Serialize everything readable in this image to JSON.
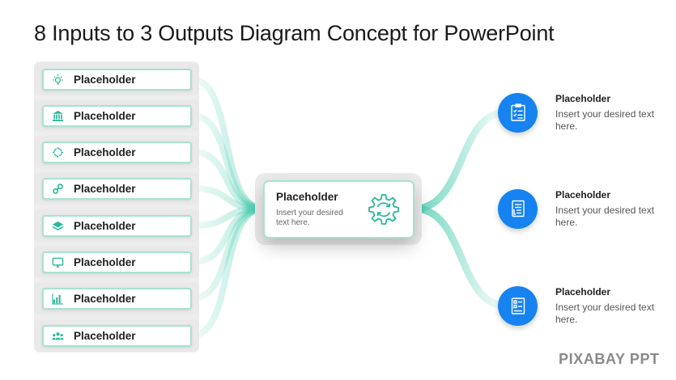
{
  "slide": {
    "title": "8 Inputs to 3 Outputs Diagram Concept for PowerPoint",
    "watermark": "PIXABAY PPT"
  },
  "colors": {
    "teal_border": "#a8e2d3",
    "teal_icon": "#26b99a",
    "flow": "#54cfb2",
    "output_blue": "#1683f0"
  },
  "inputs": [
    {
      "label": "Placeholder",
      "icon": "lightbulb-icon"
    },
    {
      "label": "Placeholder",
      "icon": "bank-icon"
    },
    {
      "label": "Placeholder",
      "icon": "target-icon"
    },
    {
      "label": "Placeholder",
      "icon": "link-icon"
    },
    {
      "label": "Placeholder",
      "icon": "layers-icon"
    },
    {
      "label": "Placeholder",
      "icon": "monitor-icon"
    },
    {
      "label": "Placeholder",
      "icon": "bar-chart-icon"
    },
    {
      "label": "Placeholder",
      "icon": "team-icon"
    }
  ],
  "center": {
    "title": "Placeholder",
    "description": "Insert your desired text here.",
    "icon": "gear-cycle-icon"
  },
  "outputs": [
    {
      "title": "Placeholder",
      "description": "Insert your desired text here.",
      "icon": "checklist-icon"
    },
    {
      "title": "Placeholder",
      "description": "Insert your desired text here.",
      "icon": "document-list-icon"
    },
    {
      "title": "Placeholder",
      "description": "Insert your desired text here.",
      "icon": "list-panel-icon"
    }
  ]
}
